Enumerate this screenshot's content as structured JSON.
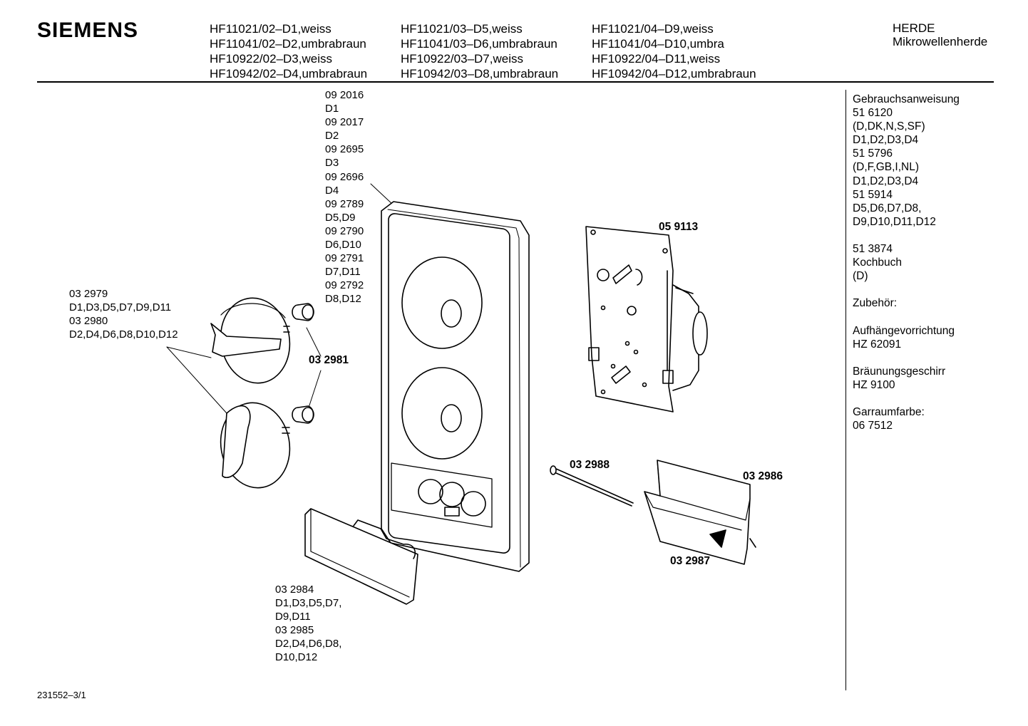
{
  "header": {
    "brand": "SIEMENS",
    "models": [
      [
        "HF11021/02–D1,weiss",
        "HF11041/02–D2,umbrabraun",
        "HF10922/02–D3,weiss",
        "HF10942/02–D4,umbrabraun"
      ],
      [
        "HF11021/03–D5,weiss",
        "HF11041/03–D6,umbrabraun",
        "HF10922/03–D7,weiss",
        "HF10942/03–D8,umbrabraun"
      ],
      [
        "HF11021/04–D9,weiss",
        "HF11041/04–D10,umbra",
        "HF10922/04–D11,weiss",
        "HF10942/04–D12,umbrabraun"
      ]
    ],
    "category": [
      "HERDE",
      "Mikrowellenherde"
    ]
  },
  "sidebar": [
    "Gebrauchsanweisung",
    "51 6120",
    "(D,DK,N,S,SF)",
    "D1,D2,D3,D4",
    "51 5796",
    "(D,F,GB,I,NL)",
    "D1,D2,D3,D4",
    "51 5914",
    "D5,D6,D7,D8,",
    "D9,D10,D11,D12",
    "",
    "51 3874",
    "Kochbuch",
    "(D)",
    "",
    "Zubehör:",
    "",
    "Aufhängevorrichtung",
    "HZ 62091",
    "",
    "Bräunungsgeschirr",
    "HZ 9100",
    "",
    "Garraumfarbe:",
    "06 7512"
  ],
  "diagram": {
    "panel_labels": [
      "09 2016",
      "D1",
      "09 2017",
      "D2",
      "09 2695",
      "D3",
      "09 2696",
      "D4",
      "09 2789",
      "D5,D9",
      "09 2790",
      "D6,D10",
      "09 2791",
      "D7,D11",
      "09 2792",
      "D8,D12"
    ],
    "knob_labels": [
      "03 2979",
      "D1,D3,D5,D7,D9,D11",
      "03 2980",
      "D2,D4,D6,D8,D10,D12"
    ],
    "cover_labels": [
      "03 2984",
      "D1,D3,D5,D7,",
      "D9,D11",
      "03 2985",
      "D2,D4,D6,D8,",
      "D10,D12"
    ],
    "part_numbers": {
      "bushing": "03 2981",
      "timer_plate": "05 9113",
      "rod": "03 2988",
      "bracket_top": "03 2986",
      "bracket_bottom": "03 2987"
    }
  },
  "footer": {
    "doc_number": "231552–3/1"
  }
}
